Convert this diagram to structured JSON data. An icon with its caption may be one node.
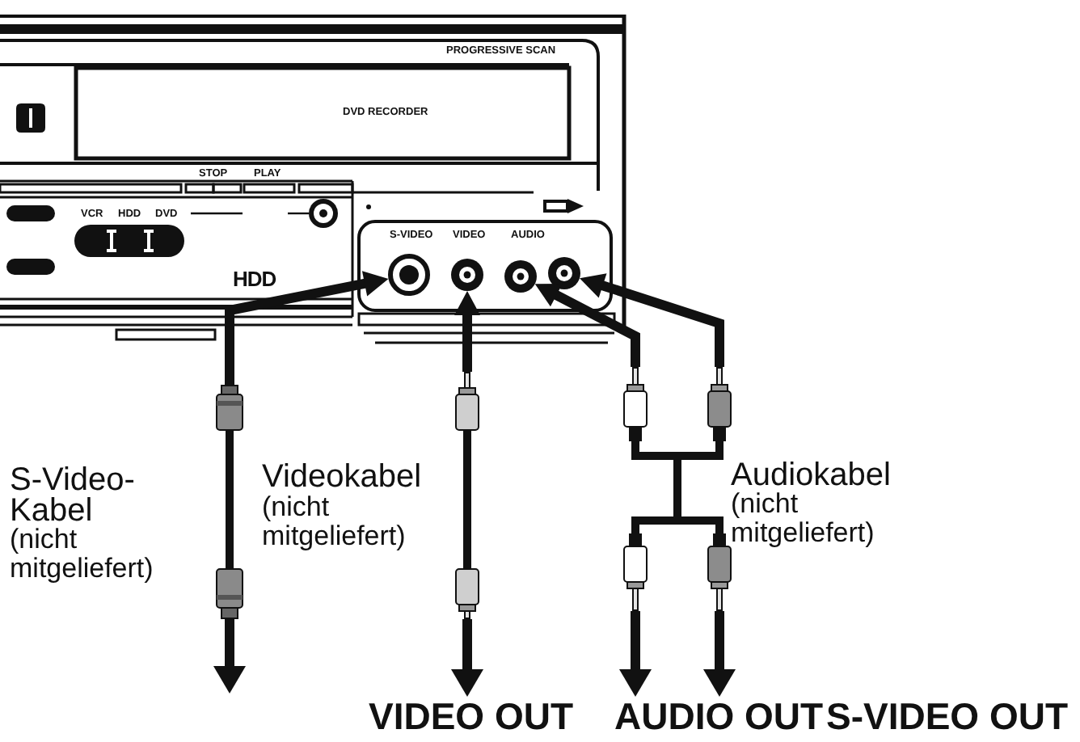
{
  "diagram": {
    "nodes": [
      {
        "text": [],
        "shape": "circle"
      },
      {
        "text": [],
        "shape": "circle"
      },
      {
        "text": [],
        "shape": "circle"
      },
      {
        "text": [],
        "shape": "circle"
      },
      {
        "text": [],
        "shape": "picture",
        "beside": [
          "S-Video-Kabel",
          "(nicht mitgeliefert)"
        ]
      },
      {
        "text": [],
        "shape": "picture",
        "beside": [
          "Videokabel",
          "(nicht mitgeliefert)"
        ]
      },
      {
        "text": [],
        "shape": "picture",
        "beside": [
          "Audiokabel",
          "(nicht mitgeliefert)"
        ]
      },
      {
        "text": [
          "VIDEO OUT"
        ]
      },
      {
        "text": [
          "AUDIO OUT"
        ]
      }
    ],
    "edges": [
      {
        "from": 4,
        "to": 0,
        "arrow": "to"
      },
      {
        "from": 5,
        "to": 1,
        "arrow": "to"
      },
      {
        "from": 6,
        "to": 2,
        "arrow": "to"
      },
      {
        "from": 6,
        "to": 3,
        "arrow": "to"
      },
      {
        "from": 4,
        "to": null,
        "arrow": "to"
      },
      {
        "from": 5,
        "to": 7,
        "arrow": "to"
      },
      {
        "from": 6,
        "to": 8,
        "arrow": "to"
      },
      {
        "from": 6,
        "to": 8,
        "arrow": "to"
      }
    ],
    "labels": [
      "PROGRESSIVE SCAN",
      "DVD RECORDER",
      "STOP",
      "PLAY",
      "VCR",
      "HDD",
      "DVD",
      "S-VIDEO",
      "VIDEO",
      "AUDIO",
      "HDD",
      "S-VIDEO OUT"
    ]
  }
}
